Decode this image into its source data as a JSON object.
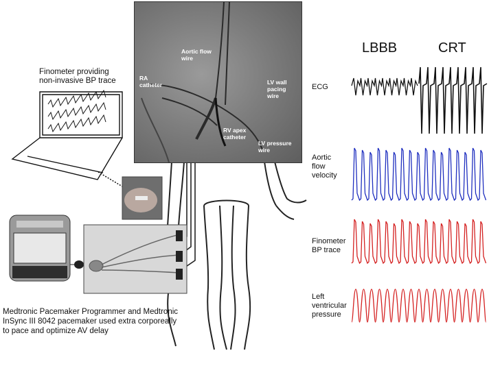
{
  "headers": {
    "lbbb": "LBBB",
    "crt": "CRT"
  },
  "xray_labels": {
    "ra": [
      "RA",
      "catheter"
    ],
    "aortic": [
      "Aortic flow",
      "wire"
    ],
    "lv_wall": [
      "LV wall",
      "pacing",
      "wire"
    ],
    "rv_apex": [
      "RV apex",
      "catheter"
    ],
    "lv_pressure": [
      "LV pressure",
      "wire"
    ]
  },
  "finometer_caption": [
    "Finometer providing",
    "non-invasive BP trace"
  ],
  "programmer_caption": [
    "Medtronic Pacemaker Programmer and Medtronic",
    "InSync III 8042 pacemaker used extra corporeally",
    "to pace and optimize AV delay"
  ],
  "trace_labels": {
    "ecg": [
      "ECG"
    ],
    "aortic_flow": [
      "Aortic",
      "flow",
      "velocity"
    ],
    "finometer_bp": [
      "Finometer",
      "BP trace"
    ],
    "lv_pressure": [
      "Left",
      "ventricular",
      "pressure"
    ]
  },
  "colors": {
    "ecg": "#111111",
    "aortic_flow": "#1f2fbf",
    "finometer_bp": "#d42020",
    "lv_pressure": "#d42020"
  }
}
